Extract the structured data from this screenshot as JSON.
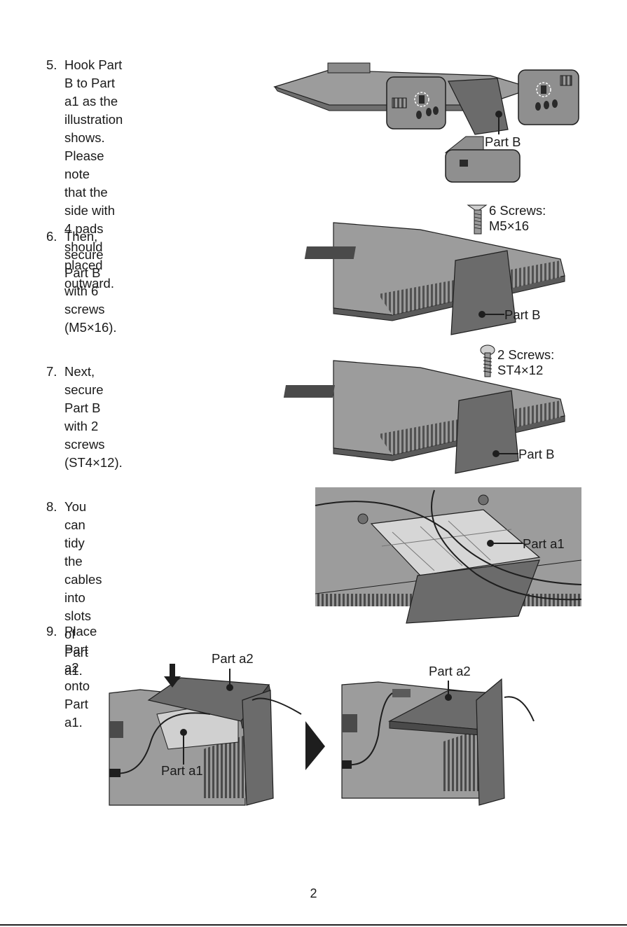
{
  "steps": [
    {
      "number": "5.",
      "text": "Hook Part B to Part a1 as the\nillustration shows. Please note\nthat the side with 4 pads should\nplaced outward."
    },
    {
      "number": "6.",
      "text": "Then, secure Part B with 6 screws\n(M5×16)."
    },
    {
      "number": "7.",
      "text": "Next, secure Part B with 2 screws\n(ST4×12)."
    },
    {
      "number": "8.",
      "text": "You can tidy the cables into slots of\nPart a1."
    },
    {
      "number": "9.",
      "text": "Place Part a2 onto Part a1."
    }
  ],
  "labels": {
    "step5_part_b": "Part B",
    "step6_screws": "6 Screws:\n M5×16",
    "step6_part_b": "Part B",
    "step7_screws": "2 Screws:\n ST4×12",
    "step7_part_b": "Part B",
    "step8_part_a1": "Part a1",
    "step9_left_part_a2": "Part a2",
    "step9_left_part_a1": "Part a1",
    "step9_right_part_a2": "Part a2"
  },
  "page_number": "2",
  "colors": {
    "panel": "#8e8e8e",
    "panel_dark": "#5f5f5f",
    "panel_light": "#c9c9c9",
    "stand": "#6b6b6b",
    "outline": "#1e1e1e"
  }
}
